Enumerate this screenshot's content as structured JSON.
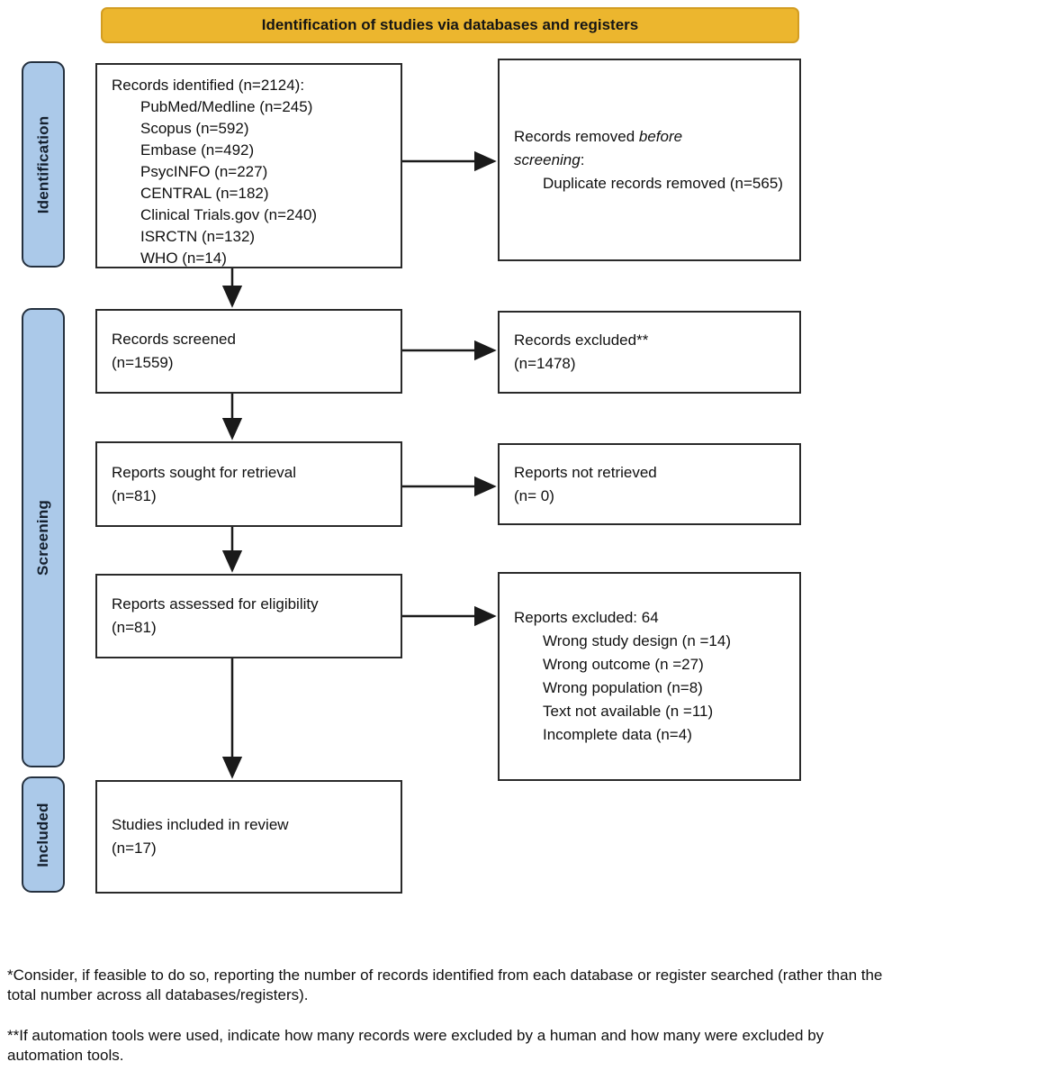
{
  "title": "Identification of studies via databases and registers",
  "sidebar": {
    "identification": "Identification",
    "screening": "Screening",
    "included": "Included"
  },
  "boxes": {
    "records_identified": {
      "heading": "Records identified (n=2124):",
      "items": [
        "PubMed/Medline (n=245)",
        "Scopus (n=592)",
        "Embase (n=492)",
        "PsycINFO (n=227)",
        "CENTRAL (n=182)",
        "Clinical Trials.gov (n=240)",
        "ISRCTN (n=132)",
        "WHO (n=14)"
      ]
    },
    "records_removed": {
      "line1": {
        "text": "Records removed ",
        "italic": "before"
      },
      "line2": {
        "italic": "screening",
        "suffix": ":"
      },
      "items": [
        "Duplicate records removed (n=565)"
      ]
    },
    "records_screened": {
      "lines": [
        "Records screened",
        "(n=1559)"
      ]
    },
    "records_excluded": {
      "lines": [
        "Records excluded**",
        "(n=1478)"
      ]
    },
    "reports_sought": {
      "lines": [
        "Reports sought for retrieval",
        "(n=81)"
      ]
    },
    "reports_not_retrieved": {
      "lines": [
        "Reports not retrieved",
        "(n= 0)"
      ]
    },
    "reports_assessed": {
      "lines": [
        "Reports assessed for eligibility",
        "(n=81)"
      ]
    },
    "reports_excluded": {
      "heading": "Reports excluded: 64",
      "items": [
        "Wrong study design (n =14)",
        "Wrong outcome (n =27)",
        "Wrong population (n=8)",
        "Text not available (n =11)",
        "Incomplete data (n=4)"
      ]
    },
    "studies_included": {
      "lines": [
        "Studies included in review",
        "(n=17)"
      ]
    }
  },
  "footnotes": {
    "first_lines": [
      "*Consider, if feasible to do so, reporting the number of records identified from each database or register searched (rather than the",
      "total number across all databases/registers)."
    ],
    "second_lines": [
      "**If automation tools were used, indicate how many records were excluded by a human and how many were excluded by",
      "automation tools."
    ]
  },
  "colors": {
    "banner_fill": "#ecb62e",
    "banner_border": "#d39d22",
    "sidebar_fill": "#abc9e9",
    "sidebar_border": "#24303e",
    "box_border": "#2a2a2a",
    "ink": "#101010",
    "arrow": "#1a1a1a"
  }
}
